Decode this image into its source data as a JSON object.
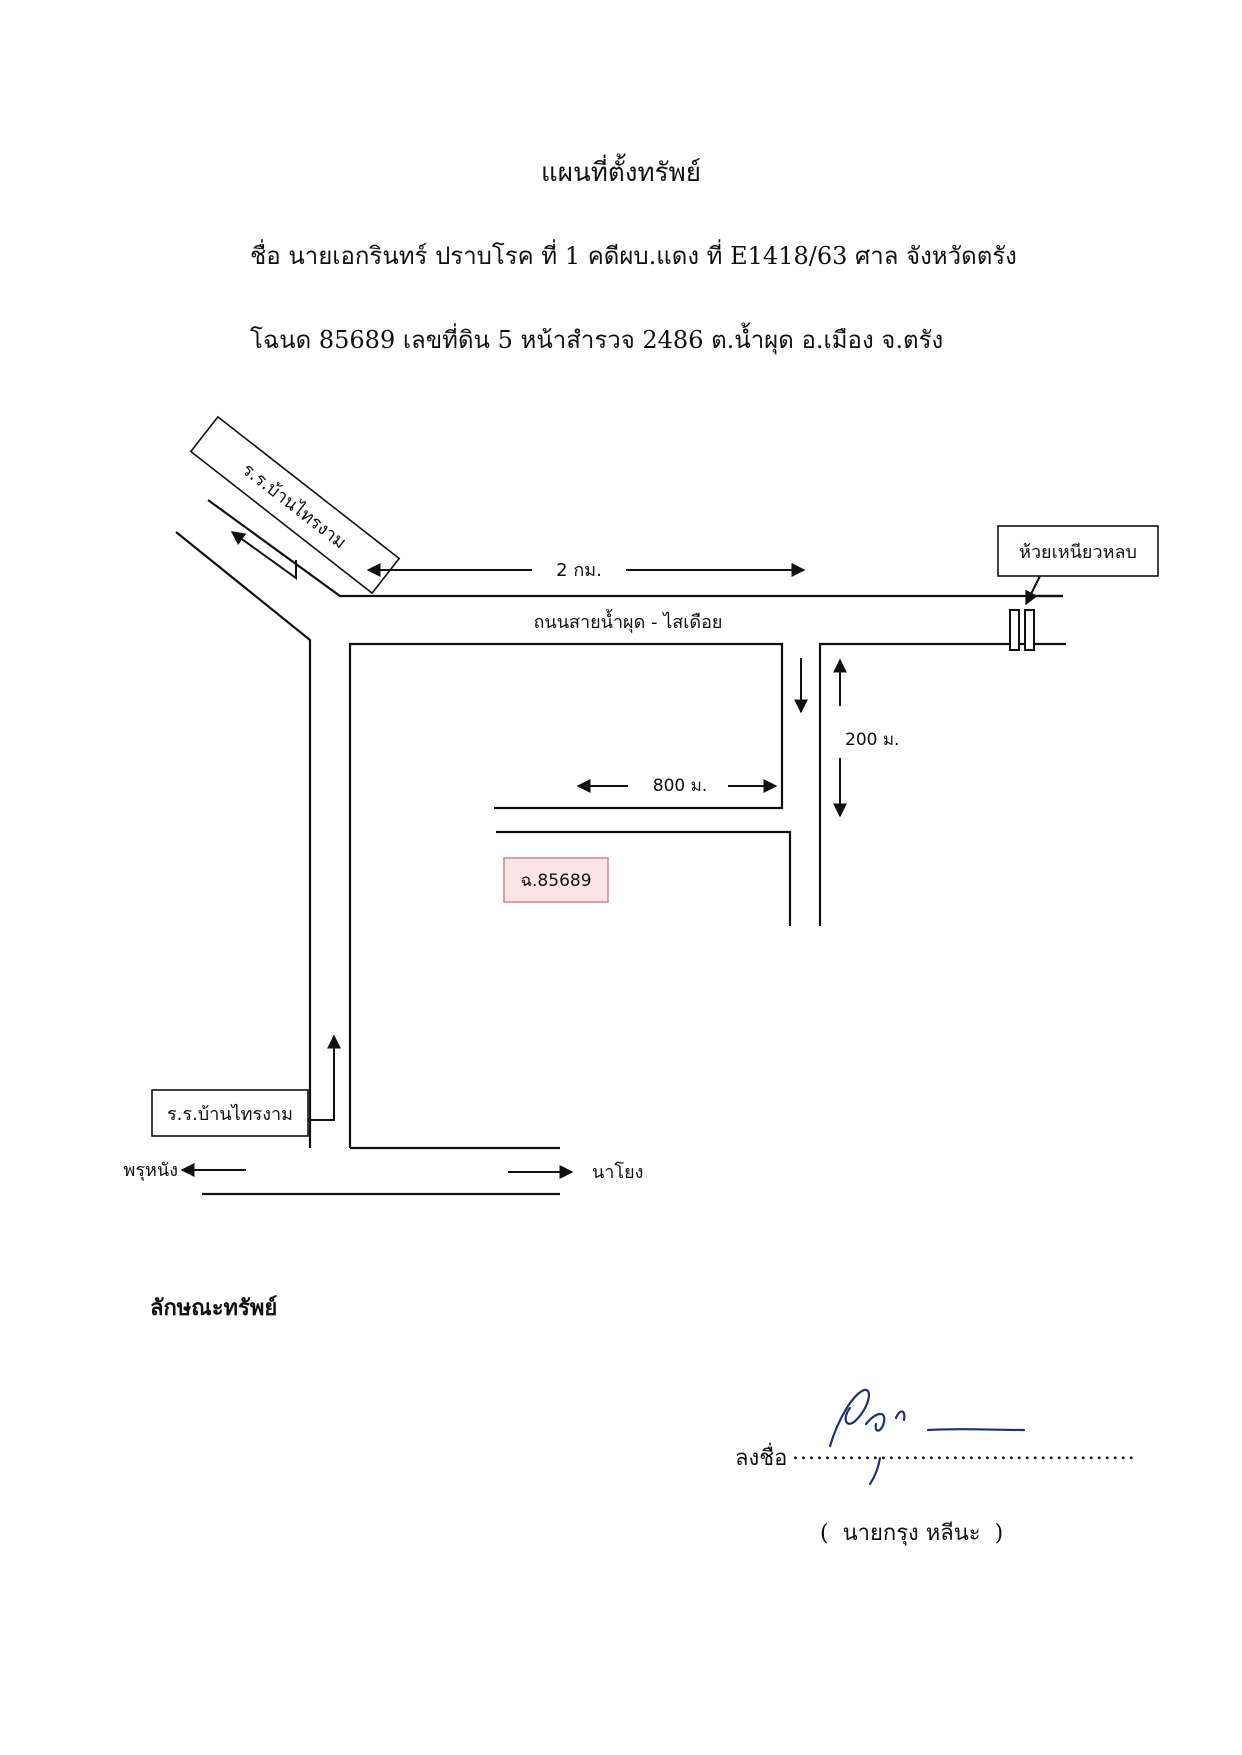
{
  "header": {
    "title": "แผนที่ตั้งทรัพย์",
    "line1": "ชื่อ นายเอกรินทร์  ปราบโรค  ที่ 1  คดีผบ.แดง ที่ E1418/63 ศาล จังหวัดตรัง",
    "line2": "โฉนด 85689 เลขที่ดิน 5  หน้าสำรวจ 2486 ต.น้ำผุด อ.เมือง จ.ตรัง"
  },
  "map": {
    "school_top": "ร.ร.บ้านไทรงาม",
    "distance_top": "2 กม.",
    "road_name": "ถนนสายน้ำผุด - ไสเดือย",
    "creek": "ห้วยเหนียวหลบ",
    "distance_side": "200 ม.",
    "distance_branch": "800 ม.",
    "plot": "ฉ.85689",
    "school_bottom": "ร.ร.บ้านไทรงาม",
    "direction_left": "พรุหนัง",
    "direction_right": "นาโยง"
  },
  "property": {
    "heading": "ลักษณะทรัพย์"
  },
  "signature": {
    "label": "ลงชื่อ",
    "dots": "...........................................",
    "signer": "นายกรุง หลีนะ",
    "paren_open": "(",
    "paren_close": ")"
  },
  "colors": {
    "ink": "#111111",
    "plot_fill": "#fde4e7",
    "plot_border": "#d9899a",
    "signature_ink": "#1f2f7a"
  }
}
